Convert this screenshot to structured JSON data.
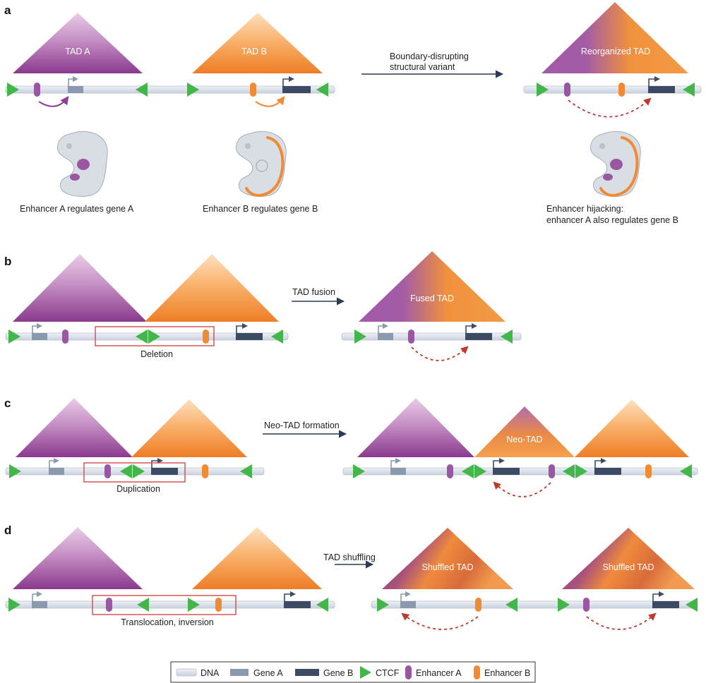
{
  "panels": {
    "a": {
      "label": "a",
      "tad_a": "TAD A",
      "tad_b": "TAD B",
      "arrow_text": [
        "Boundary-disrupting",
        "structural variant"
      ],
      "reorganized": "Reorganized TAD",
      "caption_a": "Enhancer A regulates gene A",
      "caption_b": "Enhancer B regulates gene B",
      "caption_hijack": [
        "Enhancer hijacking:",
        "enhancer A also regulates gene B"
      ]
    },
    "b": {
      "label": "b",
      "arrow_text": "TAD fusion",
      "fused": "Fused TAD",
      "sv": "Deletion"
    },
    "c": {
      "label": "c",
      "arrow_text": "Neo-TAD formation",
      "neo": "Neo-TAD",
      "sv": "Duplication"
    },
    "d": {
      "label": "d",
      "arrow_text": "TAD shuffling",
      "shuffled_1": "Shuffled TAD",
      "shuffled_2": "Shuffled TAD",
      "sv": "Translocation, inversion"
    }
  },
  "legend": {
    "dna": "DNA",
    "gene_a": "Gene A",
    "gene_b": "Gene B",
    "ctcf": "CTCF",
    "enh_a": "Enhancer A",
    "enh_b": "Enhancer B"
  },
  "colors": {
    "purple": "#8e3f91",
    "purple_light": "#e3c5e2",
    "orange": "#f08a33",
    "orange_light": "#fbd4a8",
    "ctcf_green": "#43b649",
    "gene_a": "#8b99ae",
    "gene_b": "#3d4a63",
    "dna": "#dde3ec",
    "red_dash": "#c0392b",
    "navy": "#2b3a55",
    "embryo": "#d9dde4"
  }
}
